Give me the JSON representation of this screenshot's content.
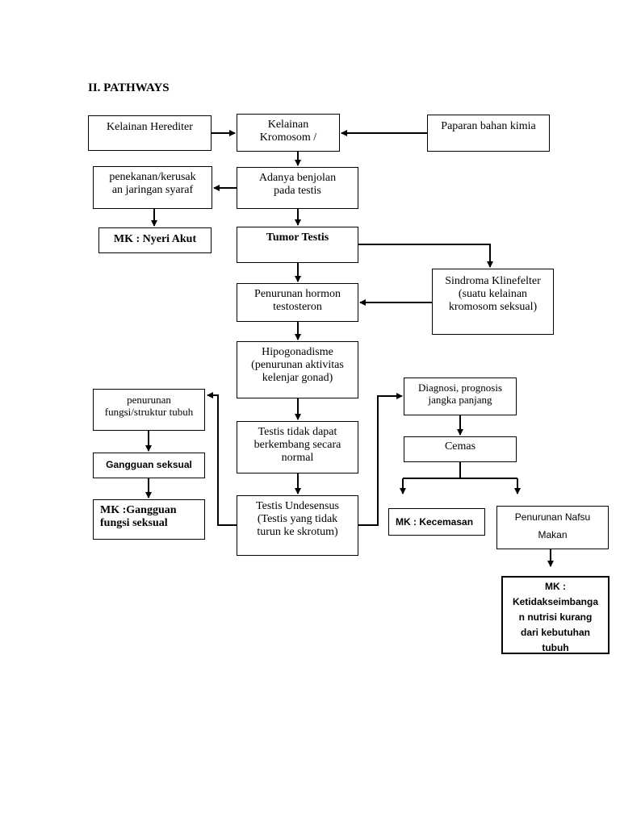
{
  "heading": "II. PATHWAYS",
  "nodes": {
    "kelainan_herediter": "Kelainan Herediter",
    "kelainan_kromosom": "Kelainan\nKromosom /",
    "paparan_bahan_kimia": "Paparan bahan kimia",
    "penekanan_jaringan": "penekanan/kerusak\nan jaringan syaraf",
    "adanya_benjolan": "Adanya benjolan\npada testis",
    "mk_nyeri_akut": "MK : Nyeri Akut",
    "tumor_testis": "Tumor Testis",
    "sindroma_klinefelter": "Sindroma Klinefelter\n(suatu kelainan\nkromosom seksual)",
    "penurunan_hormon": "Penurunan hormon\ntestosteron",
    "hipogonadisme": "Hipogonadisme\n(penurunan aktivitas\nkelenjar gonad)",
    "penurunan_fungsi": "penurunan\nfungsi/struktur tubuh",
    "testis_tidak_berkembang": "Testis tidak dapat\nberkembang secara\nnormal",
    "diagnosi_prognosis": "Diagnosi, prognosis\njangka panjang",
    "gangguan_seksual": "Gangguan seksual",
    "cemas": "Cemas",
    "mk_gangguan_fungsi": "MK :Gangguan\nfungsi seksual",
    "testis_undesensus": "Testis Undesensus\n(Testis yang tidak\nturun ke skrotum)",
    "mk_kecemasan": "MK : Kecemasan",
    "penurunan_nafsu_makan": "Penurunan Nafsu\nMakan",
    "mk_ketidakseimbangan": "MK :\nKetidakseimbanga\nn nutrisi kurang\ndari kebutuhan\ntubuh"
  }
}
